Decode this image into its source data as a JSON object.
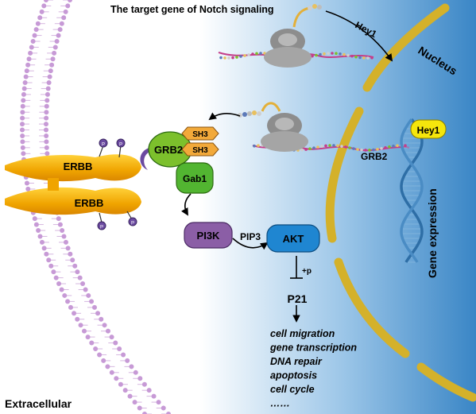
{
  "colors": {
    "background_gradient_start": "#ffffff",
    "background_gradient_end": "#3a86c6",
    "nucleus_membrane": "#d4b12a",
    "erbb_receptor": "#f0a400",
    "grb2": "#7cc02c",
    "gab1": "#52b531",
    "sh3": "#f2a93a",
    "pi3k": "#8b5ea6",
    "akt": "#1f86d1",
    "hey1_badge": "#f5e60c",
    "dna_helix": "#2e6ea6",
    "lipid_bilayer": "#c79ad6",
    "phosphate": "#6b4aa0"
  },
  "labels": {
    "title": "The target gene of Notch signaling",
    "hey1_arrow": "Hey1",
    "nucleus": "Nucleus",
    "hey1_badge": "Hey1",
    "grb2_nuclear": "GRB2",
    "gene_expression": "Gene expression",
    "erbb_top": "ERBB",
    "erbb_bottom": "ERBB",
    "grb2": "GRB2",
    "sh3_top": "SH3",
    "sh3_bottom": "SH3",
    "gab1": "Gab1",
    "pi3k": "PI3K",
    "pip3": "PIP3",
    "akt": "AKT",
    "plus_p": "+p",
    "p21": "P21",
    "extracellular": "Extracellular",
    "phospho": "P"
  },
  "outcomes": [
    "cell migration",
    "gene transcription",
    "DNA repair",
    "apoptosis",
    "cell cycle",
    "……"
  ]
}
